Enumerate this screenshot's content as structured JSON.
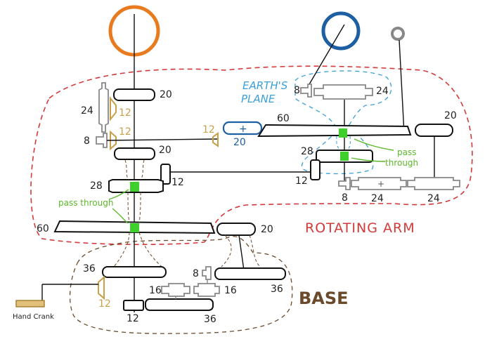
{
  "labels": {
    "earths_plane_line1": "EARTH'S",
    "earths_plane_line2": "PLANE",
    "rotating_arm": "ROTATING ARM",
    "base": "BASE",
    "pass_through_left": "pass through",
    "pass_through_right_1": "pass",
    "pass_through_right_2": "through",
    "hand_crank": "Hand Crank"
  },
  "gear_numbers": {
    "g20_top": "20",
    "g24_left": "24",
    "g12_left_a": "12",
    "g8_left": "8",
    "g12_left_b": "12",
    "g12_mid": "12",
    "g20_blue": "20",
    "g20_mid": "20",
    "g60_top": "60",
    "g20_right": "20",
    "g8_earth": "8",
    "g24_earth": "24",
    "g28_right": "28",
    "g12_right": "12",
    "g8_right_bottom": "8",
    "g24_right_a": "24",
    "g24_right_b": "24",
    "g28_left": "28",
    "g12_left_c": "12",
    "g60_left": "60",
    "g20_bottom_right": "20",
    "g36_left": "36",
    "g8_base": "8",
    "g16_left": "16",
    "g16_right": "16",
    "g36_right": "36",
    "g12_base": "12",
    "g12_bottom": "12",
    "g36_bottom": "36"
  },
  "symbols": {
    "plus_blue": "+",
    "plus_gray": "+"
  },
  "colors": {
    "sun_orange": "#e87b1e",
    "earth_blue": "#1d5fa3",
    "moon_gray": "#888888",
    "arm_red": "#d23a3a",
    "base_brown": "#6b4a2b",
    "plane_blue": "#3aa0d8",
    "pass_green": "#5cb82b",
    "bevel_gold": "#c8a04a"
  }
}
